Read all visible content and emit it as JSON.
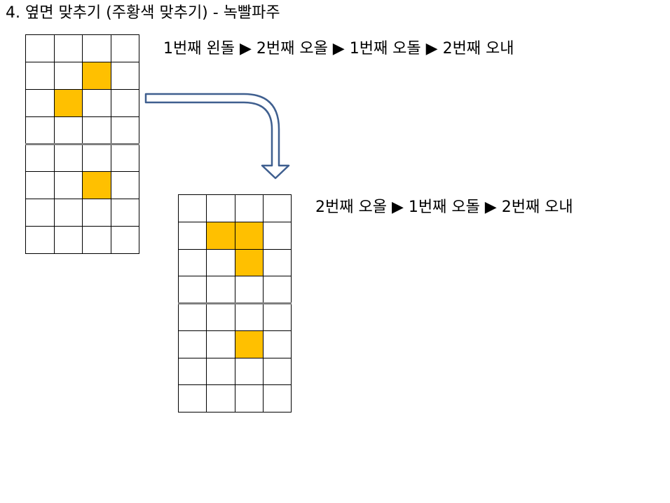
{
  "title": "4. 옆면 맞추기 (주황색 맞추기) - 녹빨파주",
  "steps_first": "1번째 왼돌 ▶ 2번째 오올 ▶ 1번째 오돌 ▶ 2번째 오내",
  "steps_second": "2번째 오올 ▶ 1번째 오돌 ▶ 2번째 오내",
  "colors": {
    "highlight": "#FFC000",
    "grid_line": "#000000",
    "divider": "#7F7F7F",
    "arrow_stroke": "#3F5F8F",
    "arrow_fill": "#FFFFFF"
  },
  "grid_before": {
    "rows": 8,
    "cols": 4,
    "filled": [
      [
        1,
        2
      ],
      [
        2,
        1
      ],
      [
        5,
        2
      ]
    ]
  },
  "grid_after": {
    "rows": 8,
    "cols": 4,
    "filled": [
      [
        1,
        1
      ],
      [
        1,
        2
      ],
      [
        2,
        2
      ],
      [
        5,
        2
      ]
    ]
  }
}
